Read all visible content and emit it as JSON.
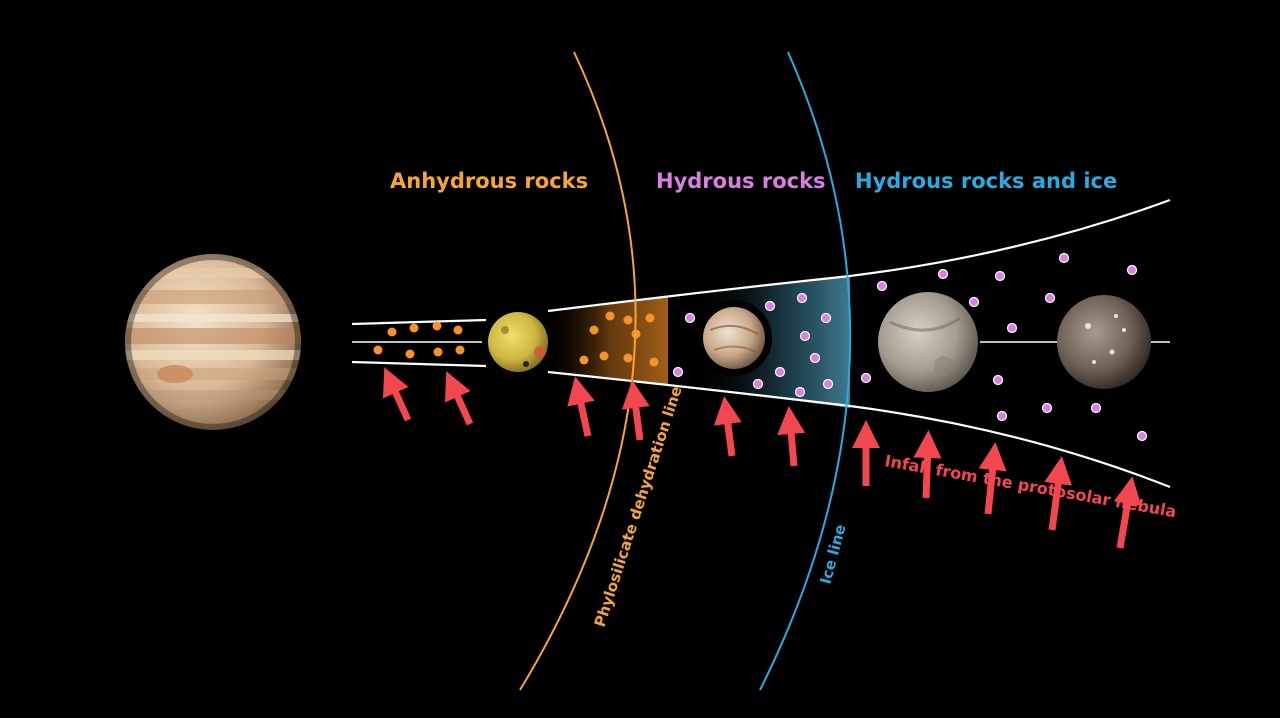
{
  "zones": [
    {
      "id": "anhydrous",
      "label": "Anhydrous rocks",
      "color": "#f7a533"
    },
    {
      "id": "hydrous",
      "label": "Hydrous rocks",
      "color": "#d97fe0"
    },
    {
      "id": "hydrous-ice",
      "label": "Hydrous rocks and ice",
      "color": "#2aaae2"
    }
  ],
  "lines": {
    "dehydration": {
      "label": "Phylosilicate dehydration line",
      "color": "#f7a533"
    },
    "ice": {
      "label": "Ice line",
      "color": "#2aaae2"
    }
  },
  "infall": {
    "label": "Infall from the protosolar nebula",
    "color": "#f2474f"
  },
  "colors": {
    "background": "#000000",
    "disk_edge": "#ffffff",
    "anhydrous_particle": "#f7922a",
    "hydrous_particle": "#d97fe0"
  },
  "icons": {
    "planet": "jupiter-icon",
    "moons": [
      "io-icon",
      "europa-icon",
      "ganymede-icon",
      "callisto-icon"
    ]
  }
}
